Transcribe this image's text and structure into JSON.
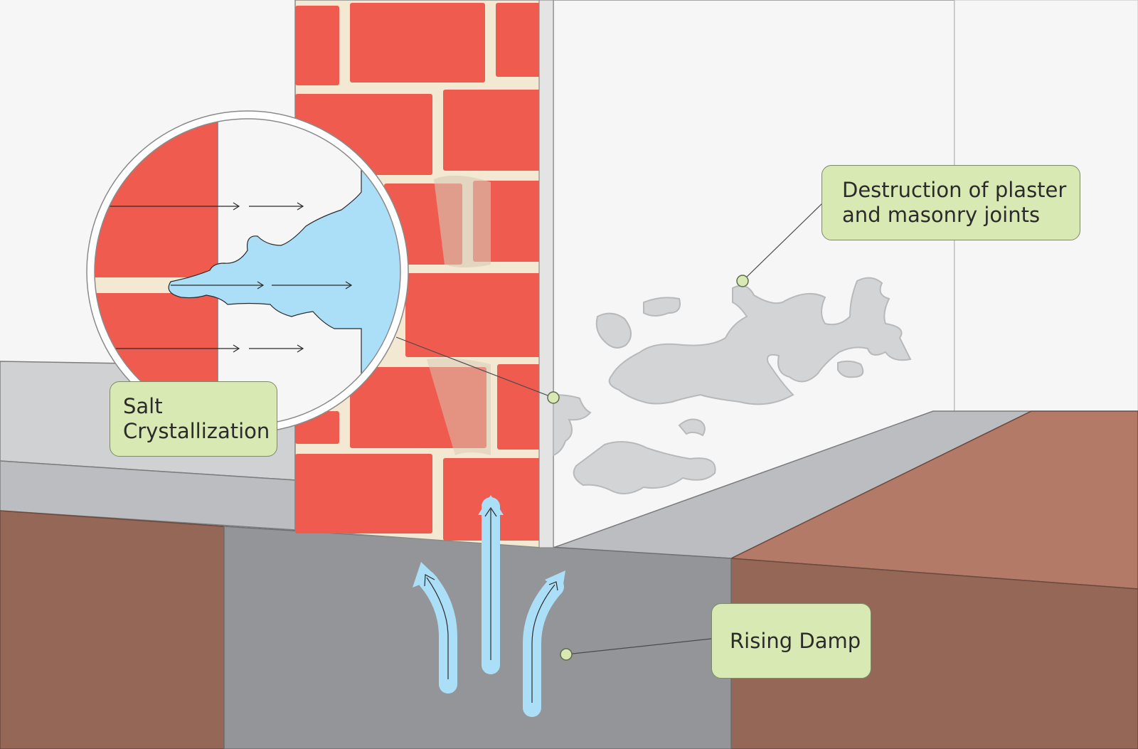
{
  "labels": {
    "destruction": "Destruction of plaster\nand masonry joints",
    "salt": "Salt\nCrystallization",
    "rising": "Rising Damp"
  },
  "colors": {
    "brick": "#f05b50",
    "mortar": "#f3e9d2",
    "plaster": "#f6f6f6",
    "ground": "#956756",
    "ground_light": "#b37a68",
    "foundation": "#939598",
    "floor": "#d0d1d3",
    "water": "#abdff8",
    "damp_patch": "#d3d4d6",
    "callout_fill": "#d8e9b3"
  },
  "icons": [
    "arrow-up-icon"
  ]
}
